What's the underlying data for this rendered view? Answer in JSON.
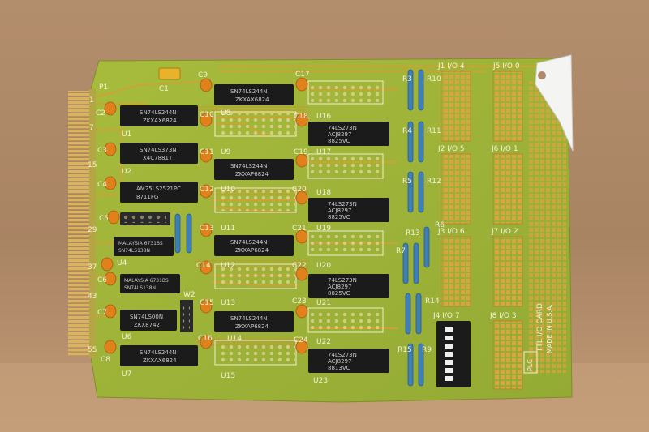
{
  "board": {
    "labels": {
      "p1": "P1",
      "pin_1": "1",
      "pin_7": "7",
      "pin_15": "15",
      "pin_29": "29",
      "pin_37": "37",
      "pin_43": "43",
      "pin_55": "55",
      "c1": "C1",
      "c2": "C2",
      "c3": "C3",
      "c4": "C4",
      "c5": "C5",
      "c6": "C6",
      "c7": "C7",
      "c8": "C8",
      "c9": "C9",
      "c10": "C10",
      "c11": "C11",
      "c12": "C12",
      "c13": "C13",
      "c14": "C14",
      "c15": "C15",
      "c16": "C16",
      "c17": "C17",
      "c18": "C18",
      "c19": "C19",
      "c20": "C20",
      "c21": "C21",
      "c22": "C22",
      "c23": "C23",
      "c24": "C24",
      "u1": "U1",
      "u2": "U2",
      "u4": "U4",
      "u6": "U6",
      "u7": "U7",
      "u8": "U8",
      "u9": "U9",
      "u10": "U10",
      "u11": "U11",
      "u12": "U12",
      "u13": "U13",
      "u14": "U14",
      "u15": "U15",
      "u16": "U16",
      "u17": "U17",
      "u18": "U18",
      "u19": "U19",
      "u20": "U20",
      "u21": "U21",
      "u22": "U22",
      "u23": "U23",
      "w2": "W2",
      "r3": "R3",
      "r4": "R4",
      "r5": "R5",
      "r6": "R6",
      "r7": "R7",
      "r9": "R9",
      "r10": "R10",
      "r11": "R11",
      "r12": "R12",
      "r13": "R13",
      "r14": "R14",
      "r15": "R15",
      "j1": "J1 I/O 4",
      "j2": "J2 I/O 5",
      "j3": "J3 I/O 6",
      "j4": "J4 I/O 7",
      "j5": "J5 I/O 0",
      "j6": "J6 I/O 1",
      "j7": "J7 I/O 2",
      "j8": "J8 I/O 3",
      "card_name": "TTL I/O CARD",
      "made_in": "MADE IN U.S.A.",
      "logo": "PLC"
    },
    "chips": {
      "u1": [
        "SN74LS244N",
        "ZKXAX6824"
      ],
      "u2": [
        "SN74LS373N",
        "X4C7881T"
      ],
      "u3": [
        "AM25LS2521PC",
        "8711FG"
      ],
      "u4": [
        "MALAYSIA 6731BS",
        "SN74LS138N"
      ],
      "u5": [
        "MALAYSIA 6731BS",
        "SN74LS138N"
      ],
      "u6": [
        "SN74LS00N",
        "ZKX8742"
      ],
      "u7": [
        "SN74LS244N",
        "ZKXAX6824"
      ],
      "u8": [
        "SN74LS244N",
        "ZKXAX6824"
      ],
      "u9": [
        "SN74LS244N",
        "ZKXAP6824"
      ],
      "u11": [
        "SN74LS244N",
        "ZKXAP6824"
      ],
      "u13": [
        "SN74LS244N",
        "ZKXAP6824"
      ],
      "u16": [
        "74LS273N",
        "ACJ8297",
        "8825VC"
      ],
      "u18": [
        "74LS273N",
        "ACJ8297",
        "8825VC"
      ],
      "u20": [
        "74LS273N",
        "ACJ8297",
        "8825VC"
      ],
      "u22": [
        "74LS273N",
        "ACJ8297",
        "8813VC"
      ]
    }
  },
  "colors": {
    "background": "#b08a6a",
    "pcb": "#9fb53a",
    "trace": "#c79a2a",
    "ic": "#1b1b1b",
    "capacitor": "#e0811c",
    "resistor": "#3f7fb8",
    "gold": "#d4a53c"
  }
}
